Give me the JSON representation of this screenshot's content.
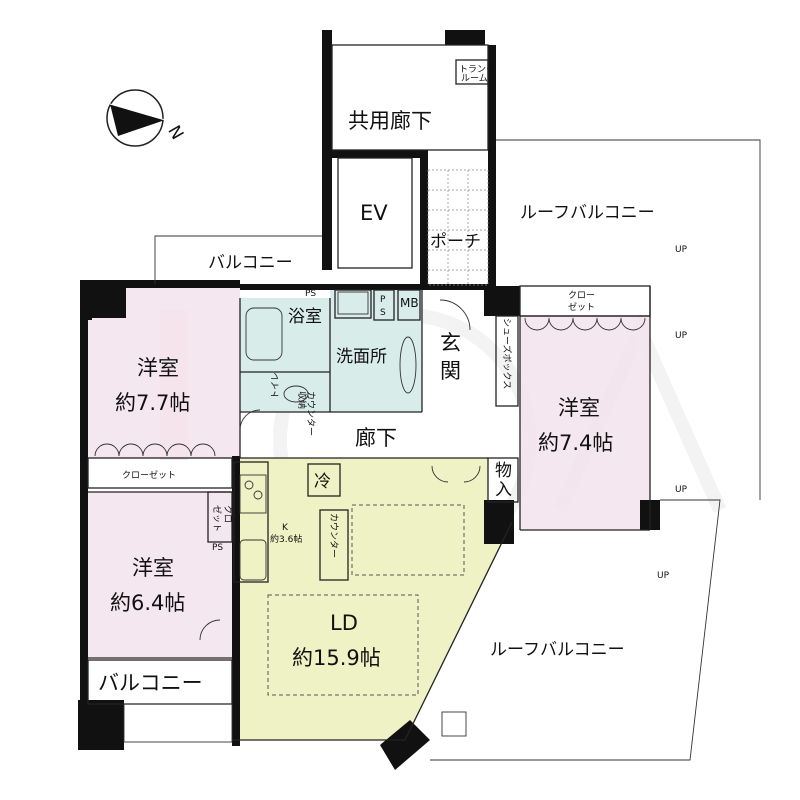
{
  "colors": {
    "bedroom": "#f3e3ec",
    "wet_area": "#d8ece9",
    "living": "#eef2c4",
    "wall": "#111111",
    "watermark": "#e8a0a8"
  },
  "compass": {
    "icon": "north-arrow-icon",
    "label": "N"
  },
  "labels": {
    "common_corridor": "共用廊下",
    "trunk_room_1": "トランク",
    "trunk_room_2": "ルーム",
    "ev": "EV",
    "porch": "ポーチ",
    "roof_balcony_top": "ルーフバルコニー",
    "balcony_top": "バルコニー",
    "ps_top": "PS",
    "ps_mid_1": "P",
    "ps_mid_2": "S",
    "mb": "MB",
    "bath": "浴室",
    "washroom": "洗面所",
    "toilet": "トイレ",
    "counter_small_1": "カウンター",
    "counter_small_2": "収納",
    "entrance_1": "玄",
    "entrance_2": "関",
    "shoe_box": "シューズボックス",
    "closet_right_1": "クロー",
    "closet_right_2": "ゼット",
    "corridor": "廊下",
    "storage": "物",
    "storage_2": "入",
    "fridge": "冷",
    "closet_left": "クローゼット",
    "closet_small_1": "クロ",
    "closet_small_2": "ゼット",
    "ps_left": "PS",
    "kitchen_1": "K",
    "kitchen_2": "約3.6帖",
    "counter": "カウンター",
    "up": "UP",
    "roof_balcony_bottom": "ルーフバルコニー",
    "balcony_bottom": "バルコニー"
  },
  "rooms": [
    {
      "name": "洋室",
      "size": "約7.7帖"
    },
    {
      "name": "洋室",
      "size": "約6.4帖"
    },
    {
      "name": "洋室",
      "size": "約7.4帖"
    },
    {
      "name": "LD",
      "size": "約15.9帖"
    }
  ]
}
